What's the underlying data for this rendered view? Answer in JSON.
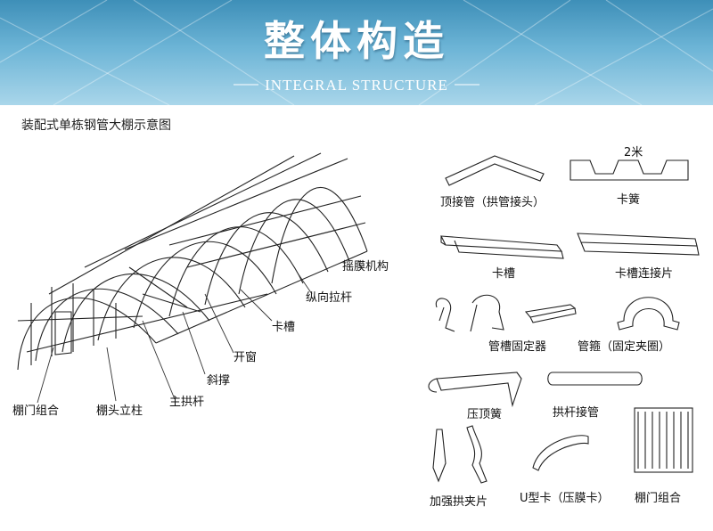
{
  "header": {
    "title": "整体构造",
    "subtitle": "INTEGRAL STRUCTURE"
  },
  "caption": "装配式单栋钢管大棚示意图",
  "greenhouse_labels": {
    "film_rolling": "摇膜机构",
    "longitudinal_rod": "纵向拉杆",
    "clip_slot": "卡槽",
    "window": "开窗",
    "diagonal_brace": "斜撑",
    "main_arch": "主拱杆",
    "door_assembly": "棚门组合",
    "end_column": "棚头立柱"
  },
  "parts": {
    "top_joint": "顶接管（拱管接头）",
    "spring_length": "2米",
    "spring": "卡簧",
    "slot": "卡槽",
    "slot_connector": "卡槽连接片",
    "pipe_slot_holder": "管槽固定器",
    "pipe_clamp": "管箍（固定夹圈）",
    "top_press_spring": "压顶簧",
    "rod_connector": "拱杆接管",
    "reinforced_clip": "加强拱夹片",
    "u_clip": "U型卡（压膜卡）",
    "door_assembly": "棚门组合"
  },
  "colors": {
    "banner": "#5aa5cc",
    "line": "#222222"
  }
}
